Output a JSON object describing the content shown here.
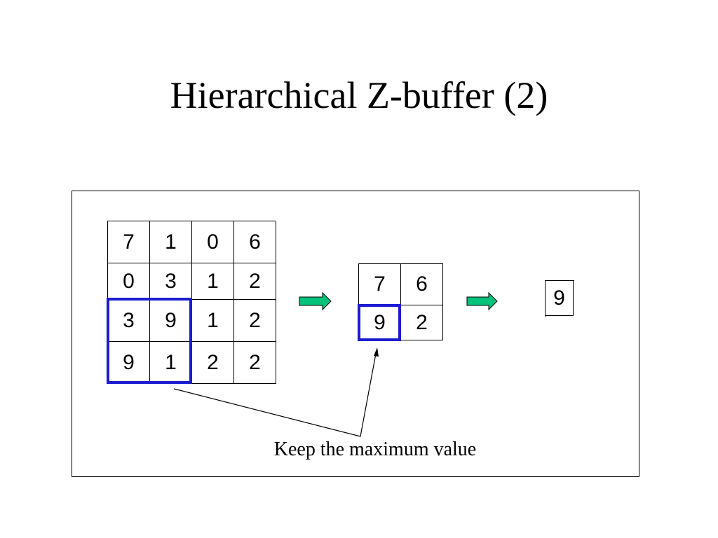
{
  "title": "Hierarchical Z-buffer (2)",
  "colors": {
    "highlight": "#1c1cd0",
    "arrow_fill": "#00c27a",
    "line": "#000000"
  },
  "level0": {
    "rows": [
      [
        "7",
        "1",
        "0",
        "6"
      ],
      [
        "0",
        "3",
        "1",
        "2"
      ],
      [
        "3",
        "9",
        "1",
        "2"
      ],
      [
        "9",
        "1",
        "2",
        "2"
      ]
    ]
  },
  "level1": {
    "rows": [
      [
        "7",
        "6"
      ],
      [
        "9",
        "2"
      ]
    ]
  },
  "level2": {
    "rows": [
      [
        "9"
      ]
    ]
  },
  "caption": "Keep the maximum value",
  "icons": {
    "arrow1": "right-arrow-icon",
    "arrow2": "right-arrow-icon"
  }
}
